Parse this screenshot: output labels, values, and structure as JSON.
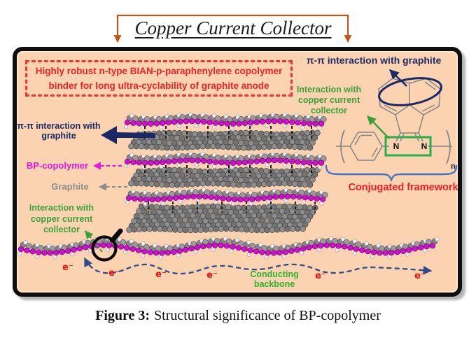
{
  "header": {
    "title": "Copper Current Collector"
  },
  "diagram": {
    "claim": {
      "line1": "Highly robust n-type BIAN-p-paraphenylene copolymer",
      "line2": "binder for long ultra-cyclability of graphite anode"
    },
    "labels": {
      "pi_right": "π-π interaction with graphite",
      "pi_left_l1": "π-π interaction with",
      "pi_left_l2": "graphite",
      "bp_copolymer": "BP-copolymer",
      "graphite": "Graphite",
      "interaction_l1": "Interaction with",
      "interaction_l2": "copper current",
      "interaction_l3": "collector",
      "conjugated": "Conjugated framework",
      "conducting": "Conducting backbone",
      "electron": "e⁻",
      "nitrogen": "N",
      "repeat_n": "n"
    },
    "colors": {
      "background": "#FBD3B1",
      "frame": "#0F0F0F",
      "accent_red": "#EE2128",
      "accent_navy": "#1B2A67",
      "accent_magenta": "#E518DD",
      "accent_green": "#3BA23B",
      "bright_green": "#22B14C",
      "accent_gray": "#8C8C8C",
      "accent_orange": "#C0561A",
      "electron_blue": "#2D4B8E",
      "brace_blue": "#4472C4"
    }
  },
  "caption": {
    "label": "Figure 3:",
    "text": "Structural significance of BP-copolymer"
  }
}
